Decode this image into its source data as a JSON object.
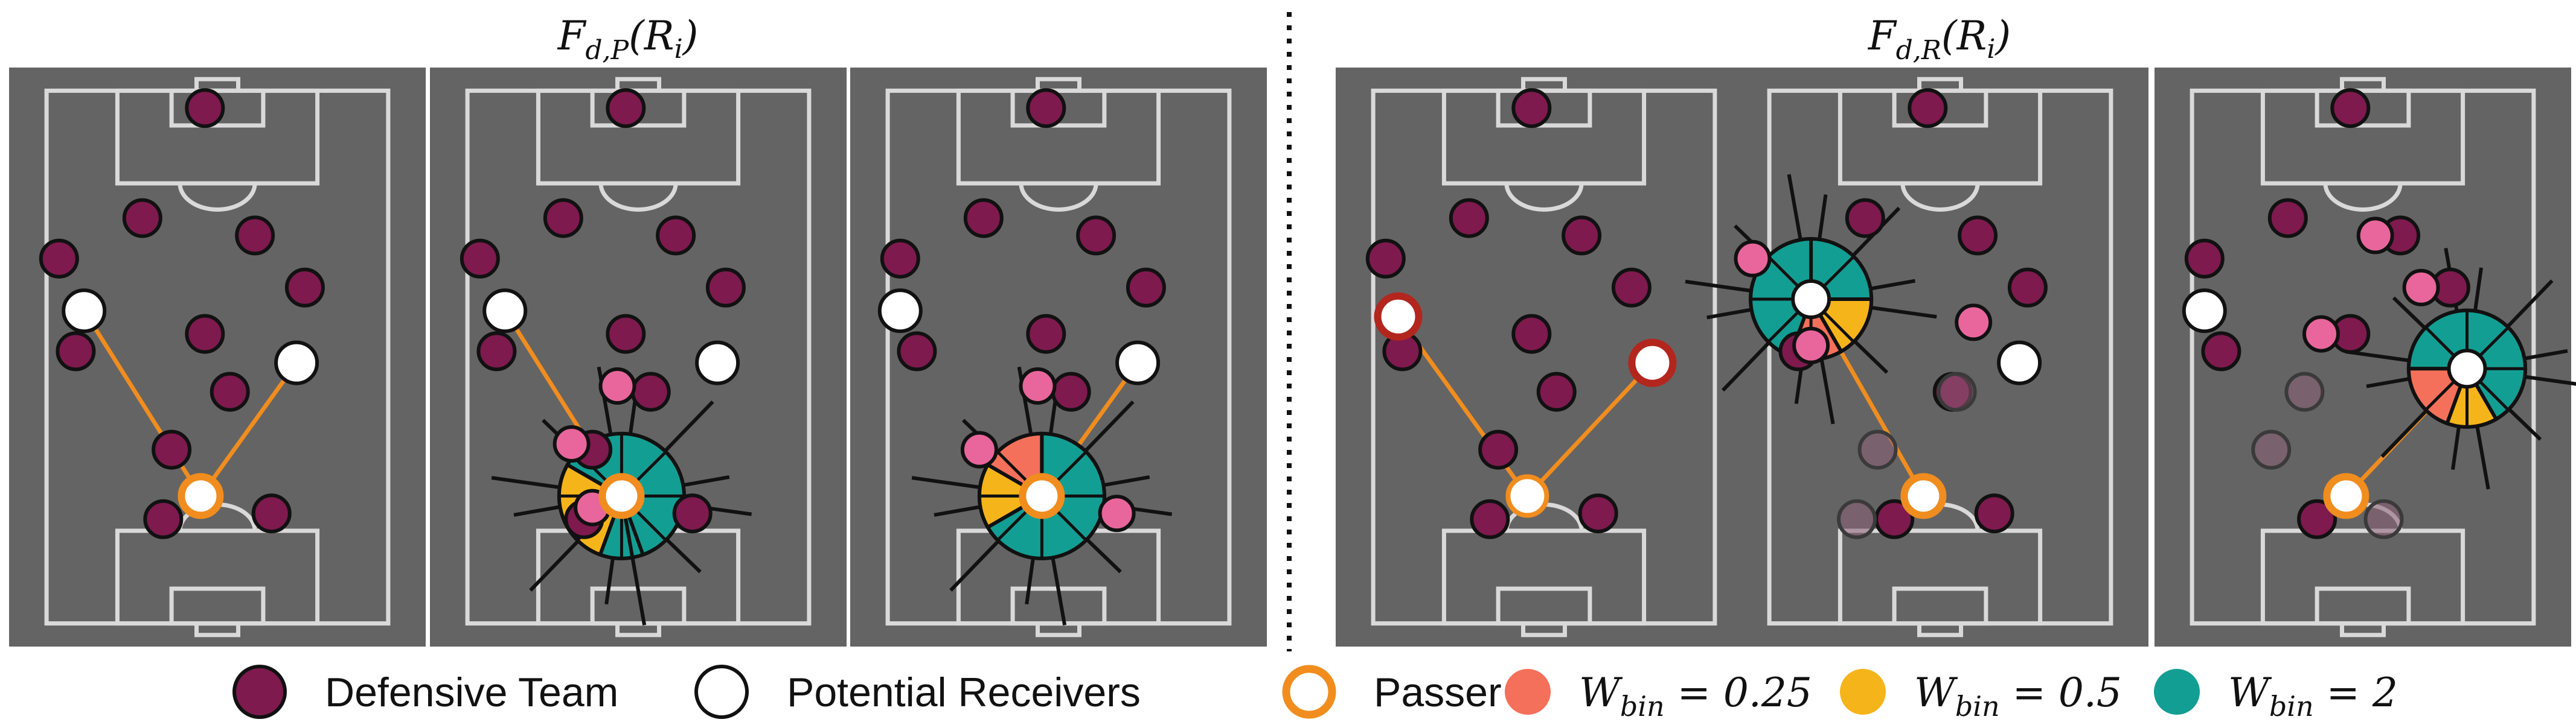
{
  "headings": {
    "passer_view": "F_{d,P}(R_i)",
    "receiver_view": "F_{d,R}(R_i)"
  },
  "legend": {
    "defensive": "Defensive Team",
    "receivers": "Potential Receivers",
    "passer": "Passer",
    "w025": "W_{bin} = 0.25",
    "w05": "W_{bin} = 0.5",
    "w2": "W_{bin} = 2"
  },
  "colors": {
    "pitch": "#646464",
    "lines": "#d9d9d9",
    "defender": "#7e1a4e",
    "receiver": "#ffffff",
    "passer_ring": "#f08d1e",
    "highlight_defender": "#e8669b",
    "receiver_ring_red": "#b3261e",
    "w025": "#f4705a",
    "w05": "#f5b41a",
    "w2": "#139e93"
  },
  "panels": [
    {
      "id": "p1",
      "group": "passer_view"
    },
    {
      "id": "p2",
      "group": "passer_view"
    },
    {
      "id": "p3",
      "group": "passer_view"
    },
    {
      "id": "p4",
      "group": "receiver_view"
    },
    {
      "id": "p5",
      "group": "receiver_view"
    },
    {
      "id": "p6",
      "group": "receiver_view"
    }
  ]
}
